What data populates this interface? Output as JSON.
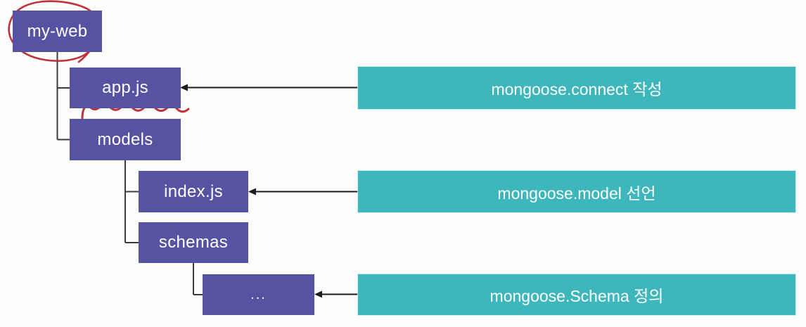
{
  "diagram": {
    "description_colors": {
      "folder_box": "#5753a3",
      "note_box": "#3eb7bc",
      "annotation_red": "#c2323b",
      "connector_line": "#3c3c3c",
      "text": "#ffffff",
      "background": "#fdfdfc"
    },
    "tree": {
      "nodes": [
        {
          "label": "my-web",
          "level": 0,
          "parent": null
        },
        {
          "label": "app.js",
          "level": 1,
          "parent": "my-web"
        },
        {
          "label": "models",
          "level": 1,
          "parent": "my-web"
        },
        {
          "label": "index.js",
          "level": 2,
          "parent": "models"
        },
        {
          "label": "schemas",
          "level": 2,
          "parent": "models"
        },
        {
          "label": "...",
          "level": 3,
          "parent": "schemas"
        }
      ]
    },
    "notes": [
      {
        "label": "mongoose.connect 작성",
        "points_to": "app.js"
      },
      {
        "label": "mongoose.model 선언",
        "points_to": "index.js"
      },
      {
        "label": "mongoose.Schema 정의",
        "points_to": "..."
      }
    ],
    "annotations": [
      {
        "type": "hand-drawn-circle",
        "around": "my-web"
      },
      {
        "type": "squiggly-underline",
        "under": "app.js"
      }
    ]
  }
}
